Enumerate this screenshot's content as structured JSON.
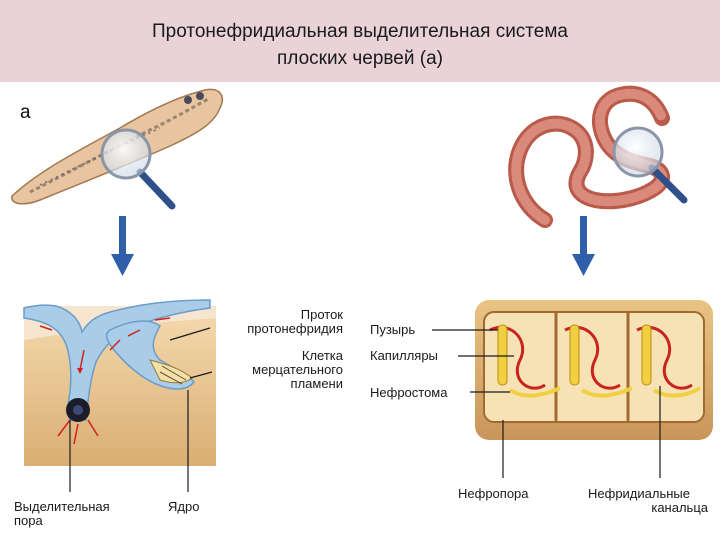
{
  "header": {
    "title_line1": "Протонефридиальная выделительная система",
    "title_line2": "плоских червей (а)"
  },
  "panel_letter": "а",
  "left_labels": {
    "duct_line1": "Проток",
    "duct_line2": "протонефридия",
    "cell_line1": "Клетка",
    "cell_line2": "мерцательного",
    "cell_line3": "пламени",
    "pore_line1": "Выделительная",
    "pore_line2": "пора",
    "nucleus": "Ядро"
  },
  "right_labels": {
    "bladder": "Пузырь",
    "capillaries": "Капилляры",
    "nephrostome": "Нефростома",
    "nephropore": "Нефропора",
    "canals_line1": "Нефридиальные",
    "canals_line2": "канальца"
  },
  "colors": {
    "header_bg": "#e9d2d8",
    "arrow_blue": "#2e5fa8",
    "duct_blue": "#a9cde8",
    "tissue_tan": "#e8c79a",
    "worm_red": "#c0685a",
    "capillary_red": "#c8241c",
    "nephridium_yellow": "#f0d040"
  },
  "icons": {
    "magnifier": "magnifier-icon",
    "down_arrow": "down-arrow-icon"
  }
}
